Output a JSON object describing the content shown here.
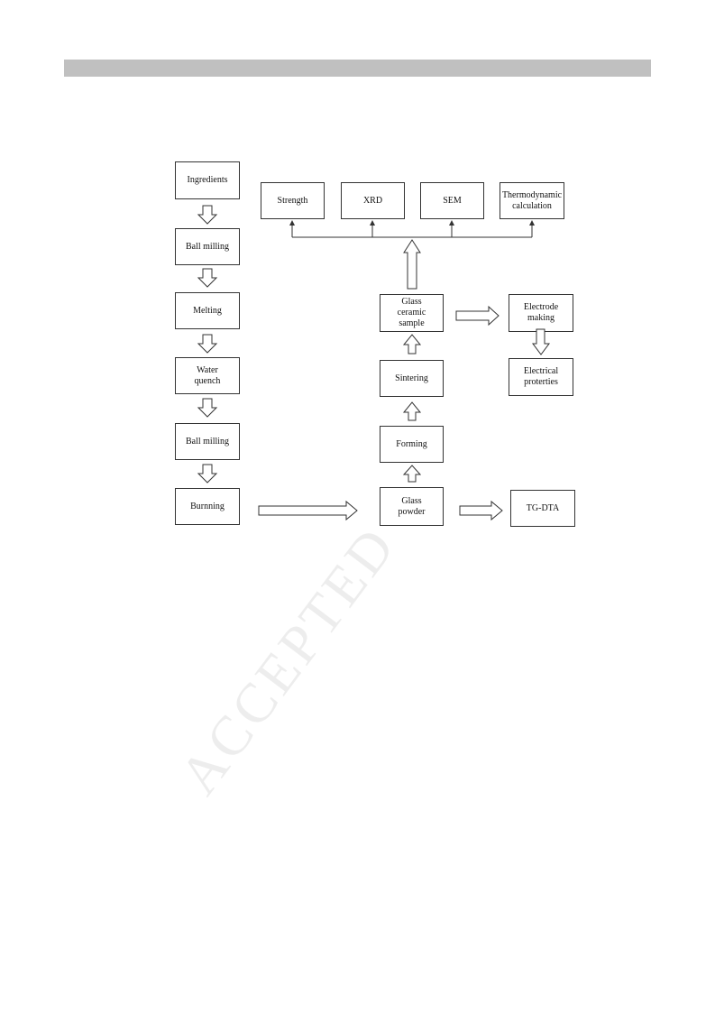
{
  "diagram": {
    "steps": {
      "ingredients": "Ingredients",
      "ball_milling_1": "Ball milling",
      "melting": "Melting",
      "water_quench": "Water\nquench",
      "ball_milling_2": "Ball milling",
      "burnning": "Burnning",
      "glass_powder": "Glass\npowder",
      "forming": "Forming",
      "sintering": "Sintering",
      "glass_ceramic_sample": "Glass\nceramic\nsample",
      "tg_dta": "TG-DTA",
      "electrode_making": "Electrode\nmaking",
      "electrical_proterties": "Electrical\nproterties",
      "strength": "Strength",
      "xrd": "XRD",
      "sem": "SEM",
      "thermodynamic_calculation": "Thermodynamic\ncalculation"
    }
  },
  "watermark": "ACCEPTED"
}
